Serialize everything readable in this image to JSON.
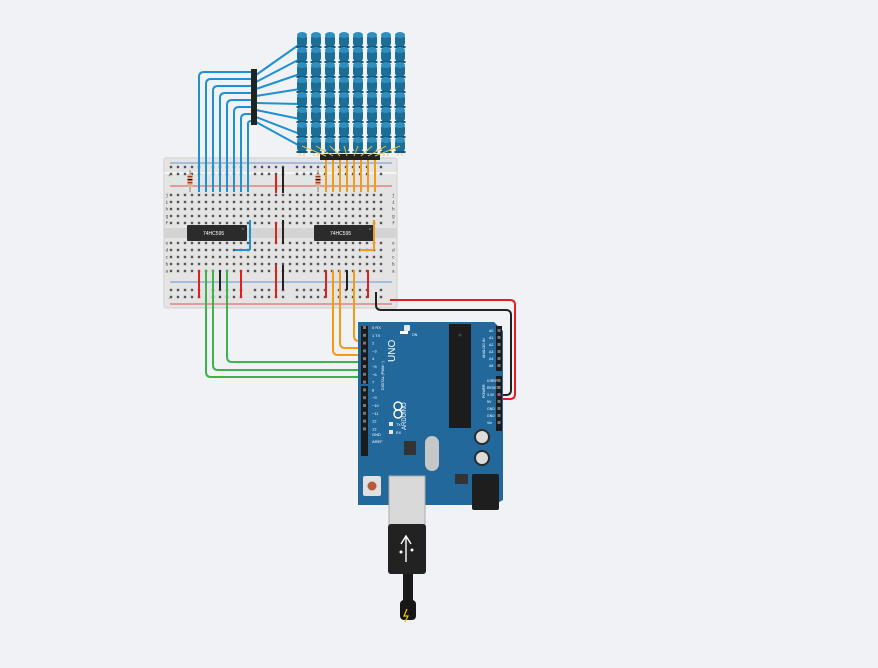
{
  "chips": [
    {
      "label": "74HC595"
    },
    {
      "label": "74HC595"
    }
  ],
  "arduino": {
    "model": "UNO",
    "brand": "ARDUINO",
    "digital_header": "DIGITAL (PWM ~)",
    "power_header": "POWER",
    "analog_header": "ANALOG IN",
    "aref_label": "AREF",
    "gnd_label": "GND",
    "tx_label": "TX",
    "rx_label": "RX",
    "on_label": "ON",
    "digital_pins": [
      "0 RX",
      "1 TX",
      "2",
      "~3",
      "4",
      "~5",
      "~6",
      "7",
      "8",
      "~9",
      "~10",
      "~11",
      "12",
      "13"
    ],
    "power_pins": [
      "IOREF",
      "RESET",
      "3.3V",
      "5V",
      "GND",
      "GND",
      "Vin"
    ],
    "analog_pins": [
      "A0",
      "A1",
      "A2",
      "A3",
      "A4",
      "A5"
    ]
  },
  "breadboard": {
    "row_letters_top": [
      "j",
      "i",
      "h",
      "g",
      "f"
    ],
    "row_letters_bottom": [
      "e",
      "d",
      "c",
      "b",
      "a"
    ],
    "rail_plus": "+",
    "rail_minus": "-"
  },
  "led_matrix": {
    "rows": 8,
    "cols": 8
  },
  "colors": {
    "background": "#f0f2f5",
    "arduino_board": "#22689b",
    "wire_blue": "#1e90d4",
    "wire_orange": "#f39c12",
    "wire_green": "#3cb44b",
    "wire_red": "#e02020",
    "wire_black": "#222222",
    "led_body": "#1d6e97"
  }
}
